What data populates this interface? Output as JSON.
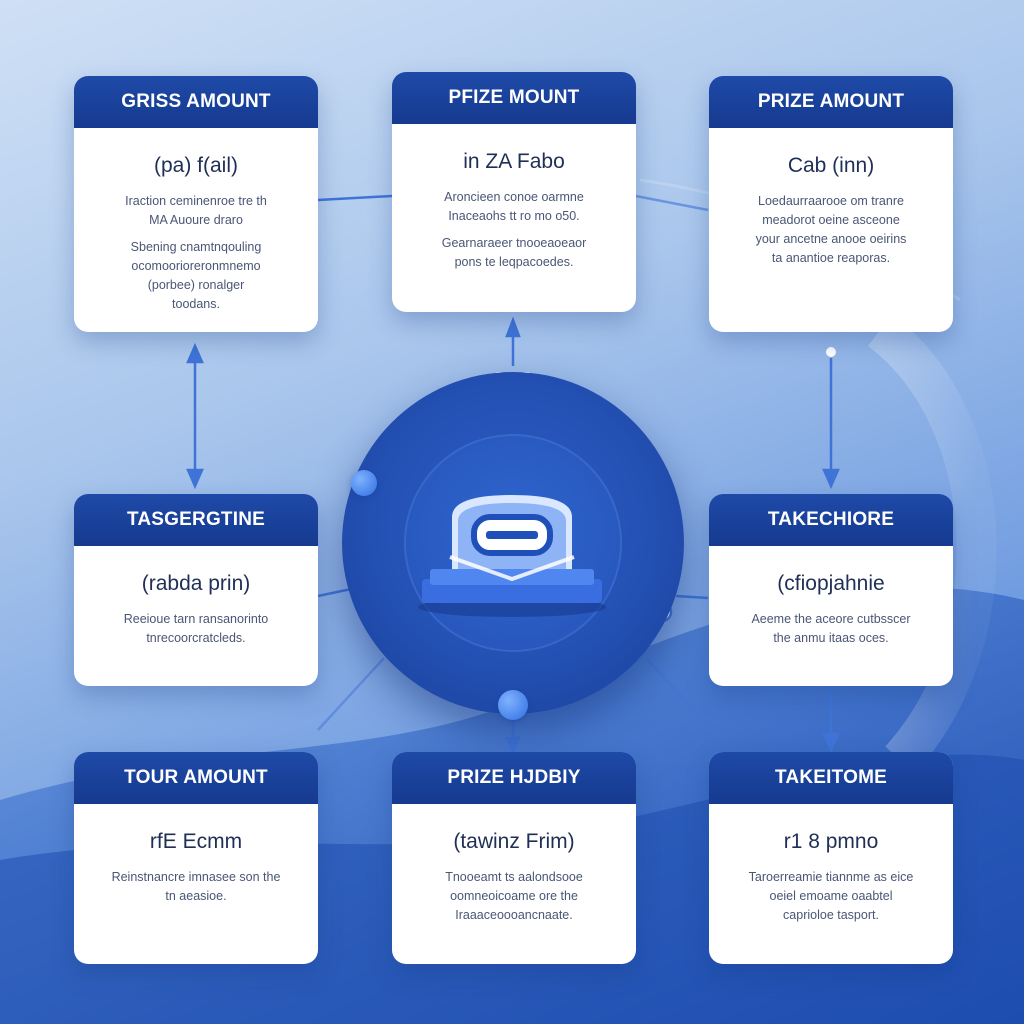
{
  "colors": {
    "header": "#1e4aa8",
    "card": "#ffffff",
    "accent": "#2e6fe0",
    "hub": "#2350b3",
    "connector": "#3f74d6"
  },
  "hub": {
    "icon": "printer-icon"
  },
  "cards": [
    {
      "title": "GRISS AMOUNT",
      "value": "(pa) f(ail)",
      "desc": [
        "Iraction ceminenroe tre th",
        "MA Auoure draro",
        "Sbening cnamtnqouling",
        "ocomoorioreronmnemo",
        "(porbee) ronalger",
        "toodans."
      ]
    },
    {
      "title": "PFIZE MOUNT",
      "value": "in ZA Fabo",
      "desc": [
        "Aroncieen conoe oarmne",
        "Inaceaohs tt ro mo o50.",
        "Gearnaraeer tnooeaoeaor",
        "pons te leqpacoedes."
      ]
    },
    {
      "title": "PRIZE AMOUNT",
      "value": "Cab (inn)",
      "desc": [
        "Loedaurraarooe om tranre",
        "meadorot oeine asceone",
        "your ancetne anooe oeirins",
        "ta anantioe reaporas."
      ]
    },
    {
      "title": "TASGERGTINE",
      "value": "(rabda prin)",
      "desc": [
        "Reeioue tarn ransanorinto",
        "tnrecoorcratcleds."
      ]
    },
    {
      "title": "TAKECHIORE",
      "value": "(cfiopjahnie",
      "desc": [
        "Aeeme the aceore cutbsscer",
        "the anmu itaas oces."
      ]
    },
    {
      "title": "TOUR AMOUNT",
      "value": "rfE Ecmm",
      "desc": [
        "Reinstnancre imnasee son the",
        "tn aeasioe."
      ]
    },
    {
      "title": "PRIZE HJDBIY",
      "value": "(tawinz Frim)",
      "desc": [
        "Tnooeamt ts aalondsooe",
        "oomneoicoame ore the",
        "Iraaaceoooancnaate."
      ]
    },
    {
      "title": "TAKEITOME",
      "value": "r1 8 pmno",
      "desc": [
        "Taroerreamie tiannme as eice",
        "oeiel emoame oaabtel",
        "caprioloe tasport."
      ]
    }
  ]
}
